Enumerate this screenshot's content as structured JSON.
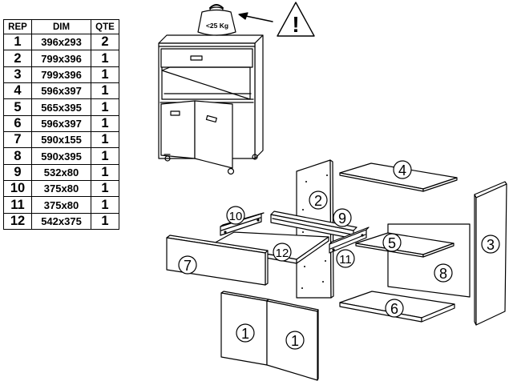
{
  "table": {
    "headers": {
      "rep": "REP",
      "dim": "DIM",
      "qte": "QTE"
    },
    "rows": [
      {
        "rep": "1",
        "dim": "396x293",
        "qte": "2"
      },
      {
        "rep": "2",
        "dim": "799x396",
        "qte": "1"
      },
      {
        "rep": "3",
        "dim": "799x396",
        "qte": "1"
      },
      {
        "rep": "4",
        "dim": "596x397",
        "qte": "1"
      },
      {
        "rep": "5",
        "dim": "565x395",
        "qte": "1"
      },
      {
        "rep": "6",
        "dim": "596x397",
        "qte": "1"
      },
      {
        "rep": "7",
        "dim": "590x155",
        "qte": "1"
      },
      {
        "rep": "8",
        "dim": "590x395",
        "qte": "1"
      },
      {
        "rep": "9",
        "dim": "532x80",
        "qte": "1"
      },
      {
        "rep": "10",
        "dim": "375x80",
        "qte": "1"
      },
      {
        "rep": "11",
        "dim": "375x80",
        "qte": "1"
      },
      {
        "rep": "12",
        "dim": "542x375",
        "qte": "1"
      }
    ]
  },
  "warning": {
    "weight_label": "<25 Kg",
    "symbol": "!"
  },
  "part_labels": {
    "p1": "1",
    "p2": "2",
    "p3": "3",
    "p4": "4",
    "p5": "5",
    "p6": "6",
    "p7": "7",
    "p8": "8",
    "p9": "9",
    "p10": "10",
    "p11": "11",
    "p12": "12"
  },
  "icons": {
    "weight": "weight-icon",
    "warning": "warning-triangle-icon",
    "arrow": "arrow-left-icon"
  }
}
